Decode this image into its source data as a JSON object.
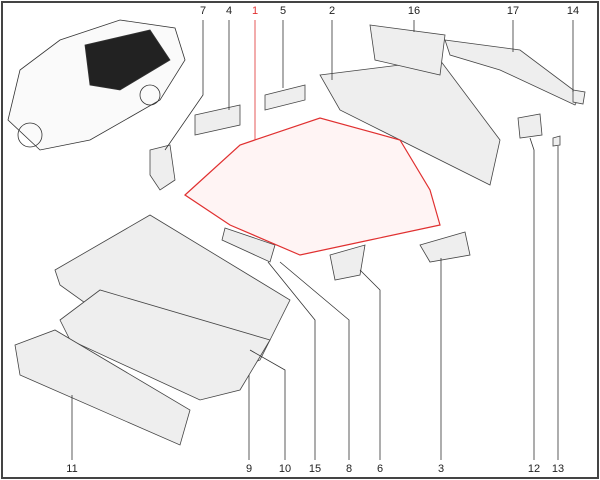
{
  "diagram": {
    "highlight_color": "#e03030",
    "top_labels": [
      "7",
      "4",
      "1",
      "5",
      "2",
      "16",
      "17",
      "14"
    ],
    "bottom_labels": [
      "11",
      "9",
      "10",
      "15",
      "8",
      "6",
      "3",
      "12",
      "13"
    ],
    "highlighted_part": "1"
  }
}
